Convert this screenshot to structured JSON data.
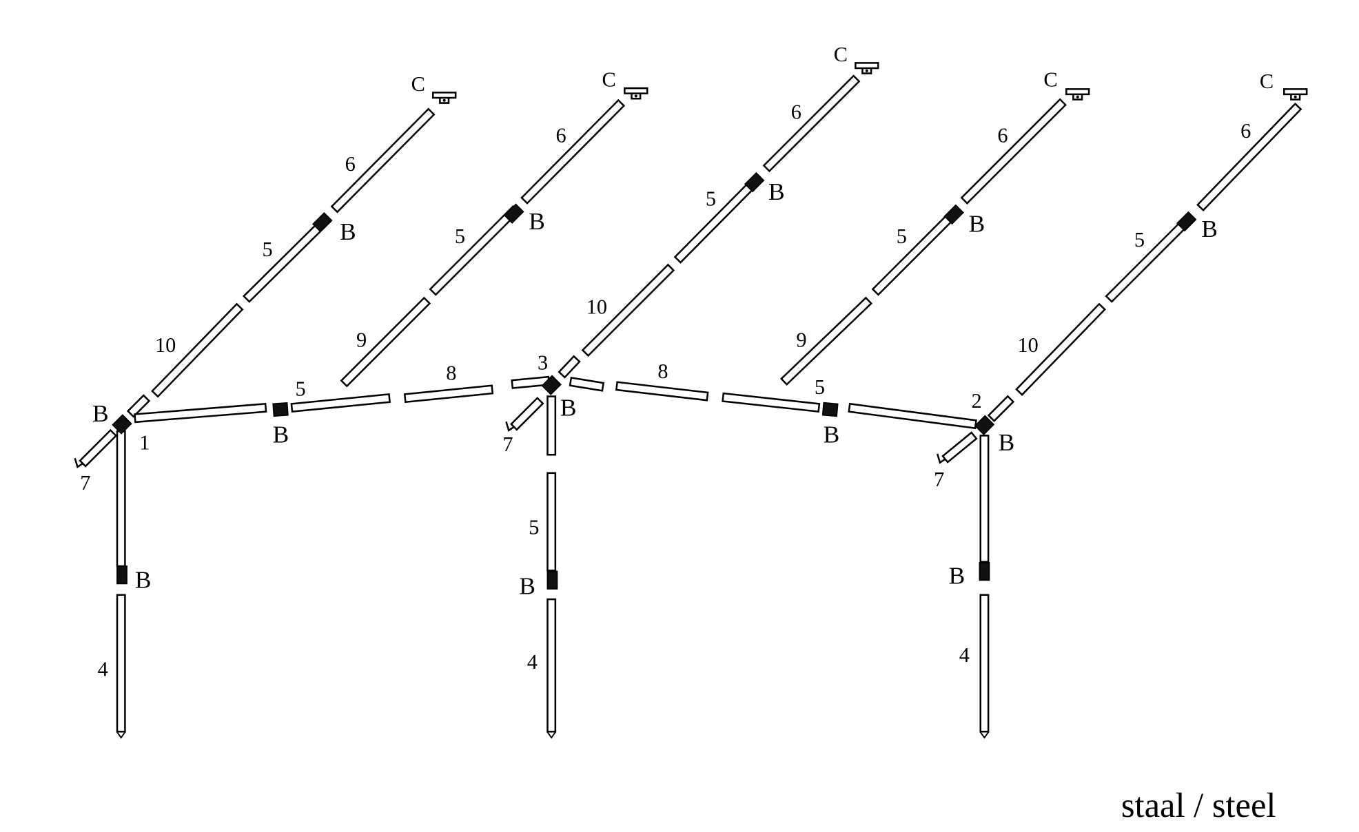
{
  "title": "Frame assembly diagram",
  "caption": "staal / steel",
  "labels": {
    "C": "C",
    "B": "B",
    "n1": "1",
    "n2": "2",
    "n3": "3",
    "n4": "4",
    "n5": "5",
    "n6": "6",
    "n7": "7",
    "n8": "8",
    "n9": "9",
    "n10": "10"
  },
  "colors": {
    "line": "#000000",
    "connector": "#111111",
    "background": "#ffffff"
  }
}
